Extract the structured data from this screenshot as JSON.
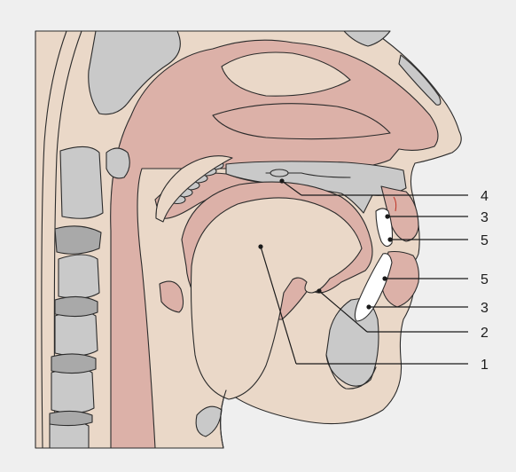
{
  "colors": {
    "background": "#efefef",
    "skin": "#ead8c8",
    "mucosa": "#dcb1a8",
    "bone": "#c9c9c9",
    "tooth": "#ffffff",
    "outline": "#2b2b2b"
  },
  "labels": [
    {
      "id": "label-4",
      "text": "4"
    },
    {
      "id": "label-3-upper",
      "text": "3"
    },
    {
      "id": "label-5-upper",
      "text": "5"
    },
    {
      "id": "label-5-lower",
      "text": "5"
    },
    {
      "id": "label-3-lower",
      "text": "3"
    },
    {
      "id": "label-2",
      "text": "2"
    },
    {
      "id": "label-1",
      "text": "1"
    }
  ]
}
